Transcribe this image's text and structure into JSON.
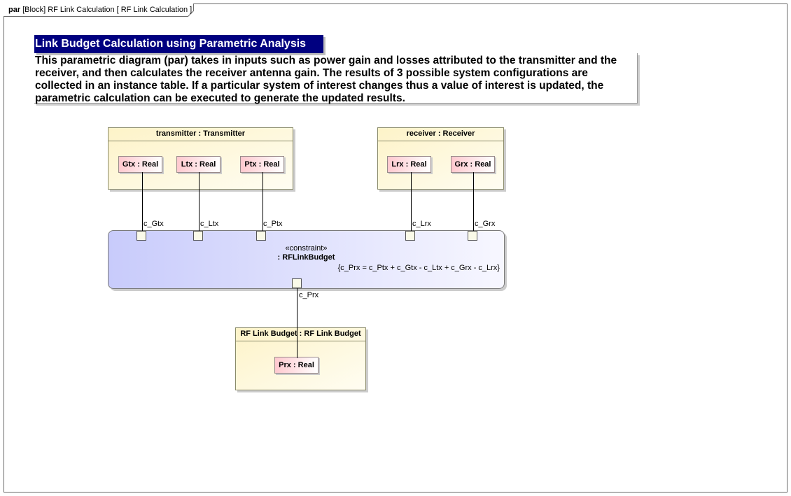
{
  "frame": {
    "keyword": "par",
    "label": "[Block] RF Link Calculation [ RF Link Calculation ]"
  },
  "note": {
    "title": "Link Budget Calculation using Parametric Analysis",
    "body": "This parametric diagram (par) takes in inputs such as power gain and losses attributed to the transmitter and the receiver, and then calculates the receiver antenna gain. The results of 3 possible system configurations are collected in an instance table. If a particular system of interest changes thus a value of interest is updated, the parametric calculation can be executed to generate the updated results."
  },
  "transmitter": {
    "title": "transmitter : Transmitter",
    "parts": [
      "Gtx : Real",
      "Ltx : Real",
      "Ptx : Real"
    ]
  },
  "receiver": {
    "title": "receiver : Receiver",
    "parts": [
      "Lrx : Real",
      "Grx : Real"
    ]
  },
  "constraint": {
    "stereotype": "«constraint»",
    "name": ": RFLinkBudget",
    "expression": "{c_Prx = c_Ptx + c_Gtx - c_Ltx + c_Grx - c_Lrx}",
    "ports": [
      "c_Gtx",
      "c_Ltx",
      "c_Ptx",
      "c_Lrx",
      "c_Grx",
      "c_Prx"
    ]
  },
  "rf_link_budget": {
    "title": "RF Link Budget : RF Link Budget",
    "parts": [
      "Prx : Real"
    ]
  },
  "colors": {
    "note_title_bg": "#000080",
    "block_fill": "#fdf3c8",
    "part_fill": "#ffc9cf",
    "constraint_fill": "#c8cbfb"
  }
}
